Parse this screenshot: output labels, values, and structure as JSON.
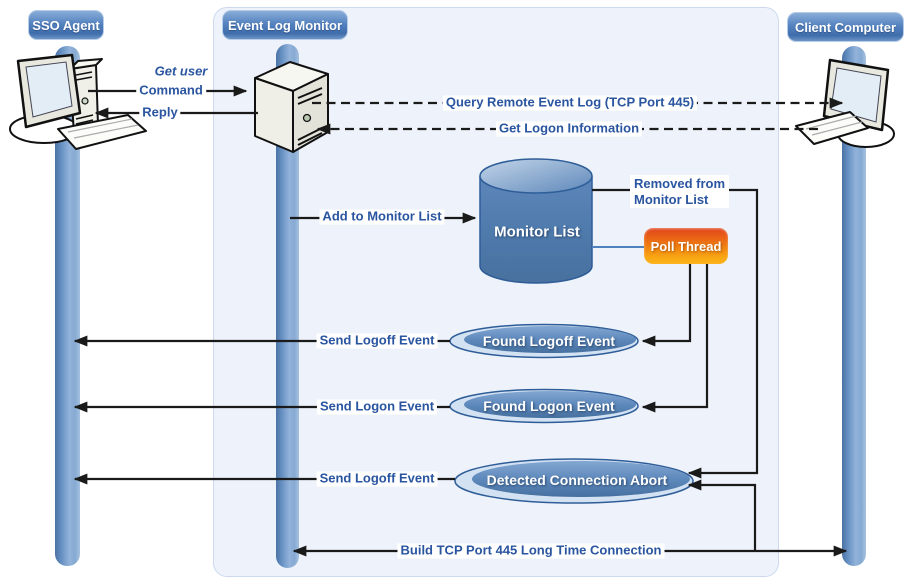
{
  "diagram": {
    "actors": [
      {
        "label": "SSO Agent",
        "icon": "workstation-icon"
      },
      {
        "label": "Event Log Monitor",
        "icon": "server-icon"
      },
      {
        "label": "Client Computer",
        "icon": "client-computer-icon"
      }
    ],
    "nodes": {
      "monitor_list": "Monitor List",
      "poll_thread": "Poll Thread",
      "found_logoff": "Found Logoff Event",
      "found_logon": "Found Logon Event",
      "detected_abort": "Detected Connection Abort"
    },
    "messages": {
      "get_user": "Get user",
      "command": "Command",
      "reply": "Reply",
      "query_remote": "Query Remote Event Log (TCP Port 445)",
      "get_logon": "Get Logon Information",
      "add_to_list": "Add to Monitor List",
      "removed_line1": "Removed from",
      "removed_line2": "Monitor List",
      "send_logoff_1": "Send Logoff Event",
      "send_logon": "Send Logon Event",
      "send_logoff_2": "Send Logoff Event",
      "build_tcp": "Build TCP Port 445 Long Time Connection"
    },
    "colors": {
      "panel_bg": "#eef3fb",
      "lifeline_blue": "#5d87bb",
      "node_blue": "#4a76ac",
      "badge_blue": "#4f7fbd",
      "poll_orange_top": "#e2431c",
      "poll_orange_bottom": "#fbb31a",
      "label_text": "#2a55a0",
      "line_black": "#1a1a1a"
    }
  }
}
